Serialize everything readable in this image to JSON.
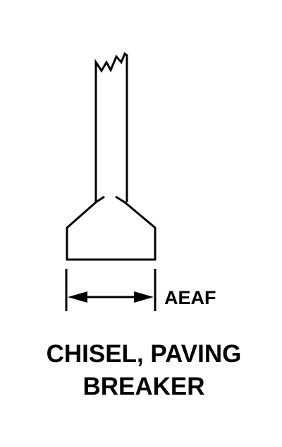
{
  "diagram": {
    "dimension_label": "AEAF",
    "title_lines": [
      "CHISEL, PAVING",
      "BREAKER"
    ]
  }
}
